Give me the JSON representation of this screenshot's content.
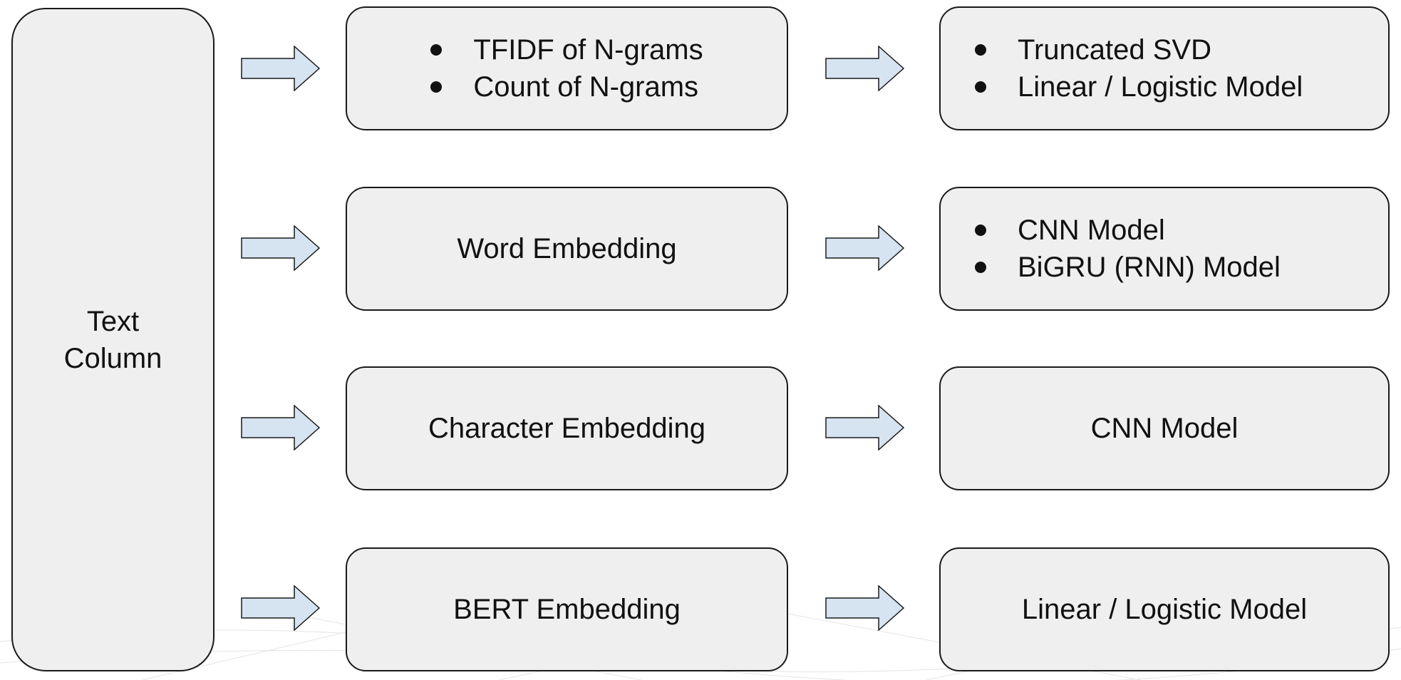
{
  "source": {
    "label_lines": [
      "Text",
      "Column"
    ]
  },
  "rows": [
    {
      "feature": {
        "type": "list",
        "items": [
          "TFIDF of N-grams",
          "Count of N-grams"
        ]
      },
      "model": {
        "type": "list",
        "items": [
          "Truncated SVD",
          "Linear / Logistic Model"
        ]
      }
    },
    {
      "feature": {
        "type": "single",
        "text": "Word Embedding"
      },
      "model": {
        "type": "list",
        "items": [
          "CNN Model",
          "BiGRU (RNN) Model"
        ]
      }
    },
    {
      "feature": {
        "type": "single",
        "text": "Character Embedding"
      },
      "model": {
        "type": "single",
        "text": "CNN Model"
      }
    },
    {
      "feature": {
        "type": "single",
        "text": "BERT Embedding"
      },
      "model": {
        "type": "single",
        "text": "Linear / Logistic Model"
      }
    }
  ],
  "colors": {
    "box_fill": "#efefef",
    "box_border": "#1a1a1a",
    "arrow_fill": "#d6e3f0",
    "arrow_stroke": "#1a1a1a",
    "text": "#111111"
  },
  "icons": {
    "arrow": "right-arrow-icon",
    "bullet": "bullet-icon"
  }
}
